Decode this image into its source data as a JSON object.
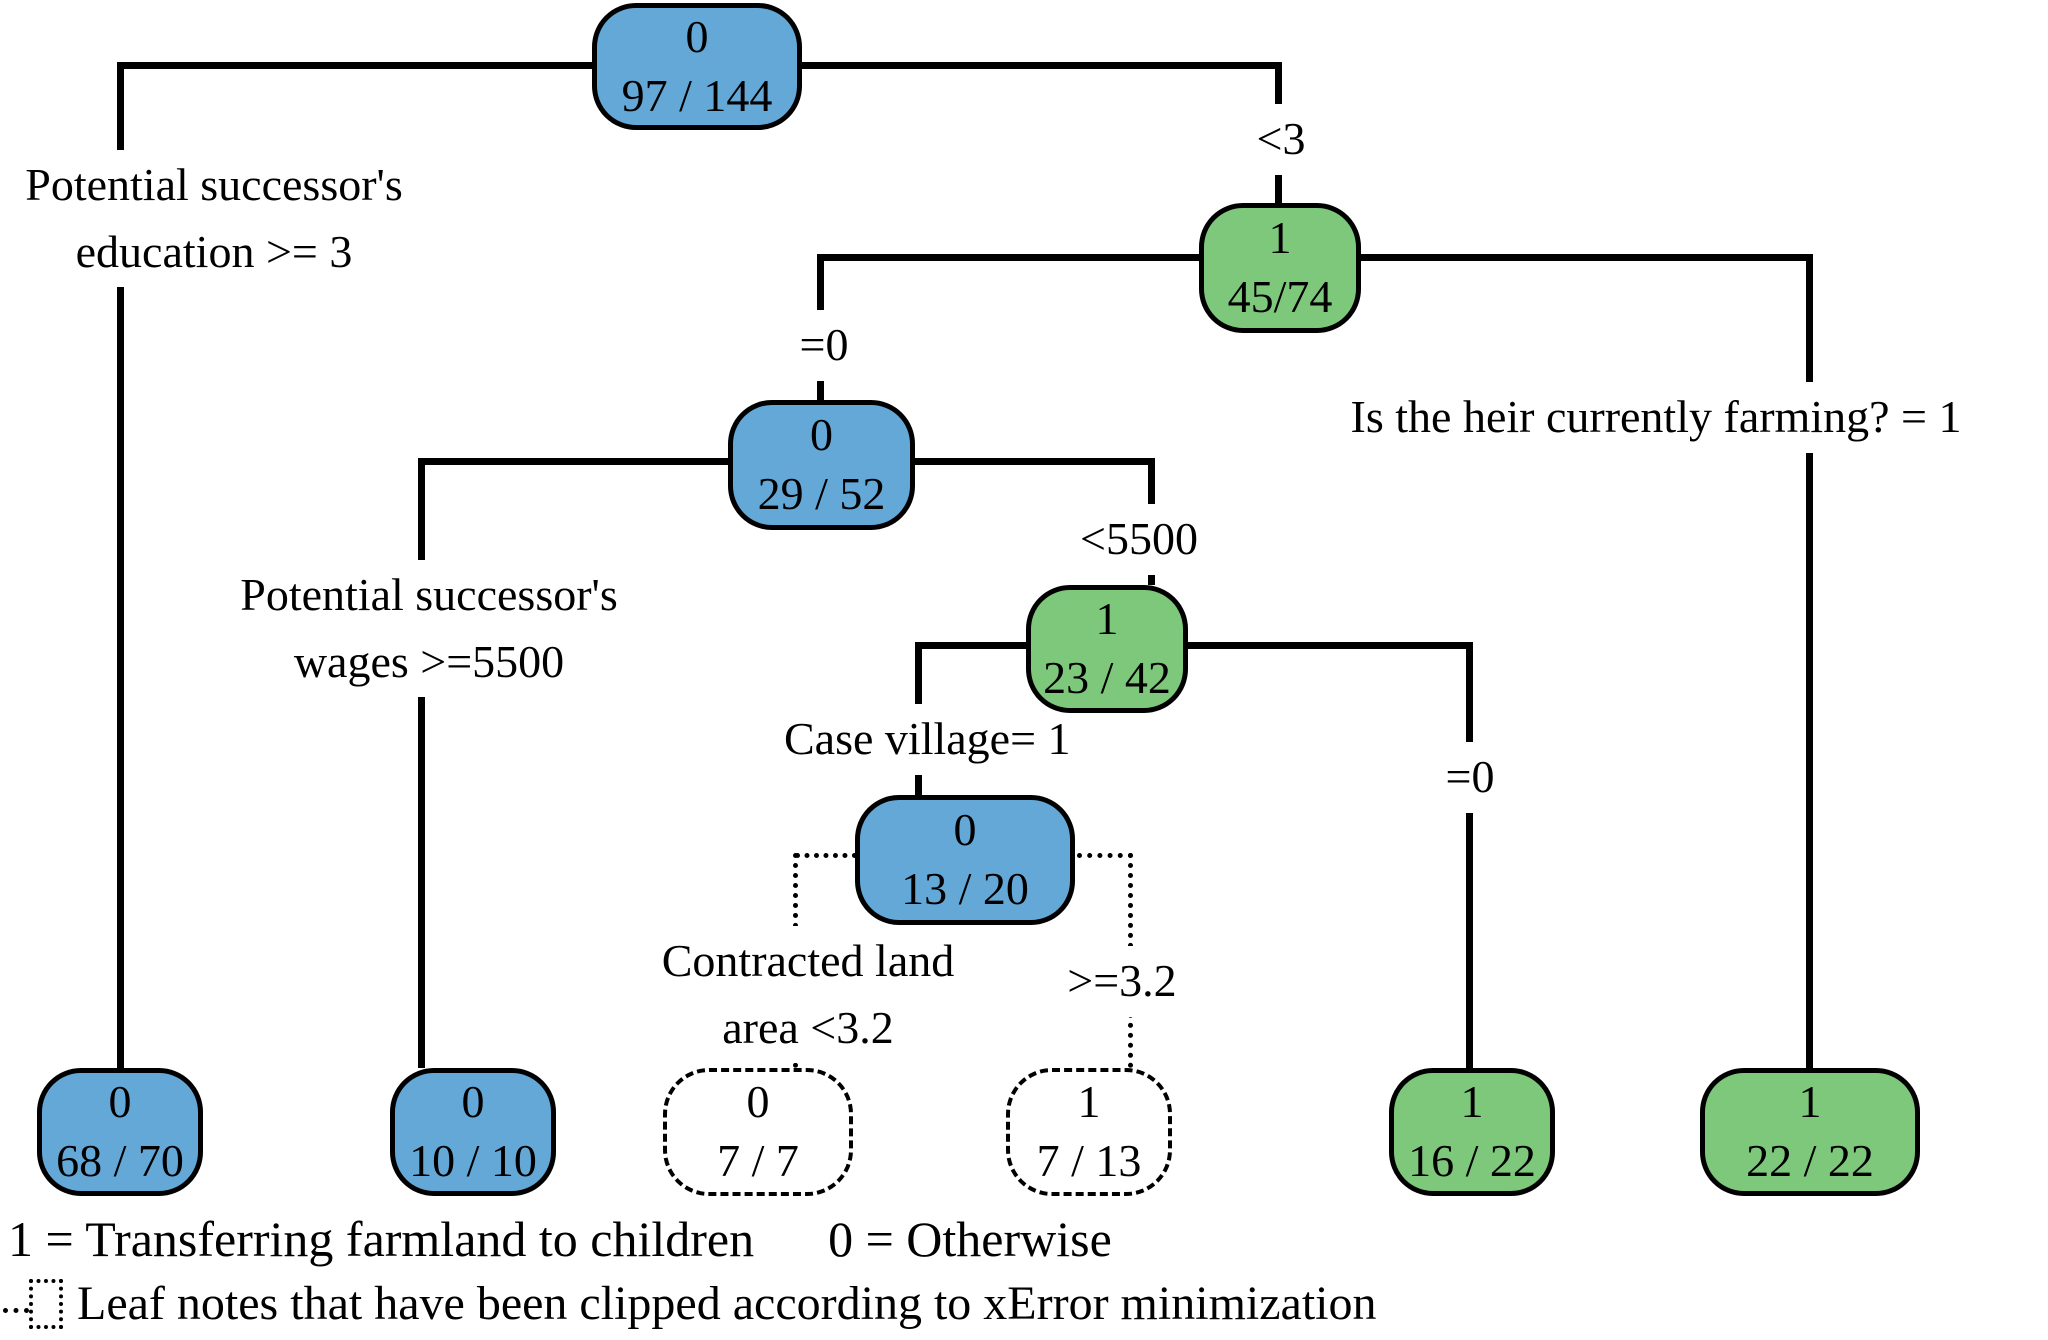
{
  "tree": {
    "type": "decision-tree",
    "colors": {
      "class0_node": "#64a8d8",
      "class1_node": "#7ec87c",
      "clipped_node": "#ffffff",
      "line": "#000000"
    },
    "nodes": {
      "root": {
        "class_label": "0",
        "count": "97 / 144"
      },
      "heir": {
        "class_label": "1",
        "count": "45/74"
      },
      "mid": {
        "class_label": "0",
        "count": "29 / 52"
      },
      "wage_lt": {
        "class_label": "1",
        "count": "23 / 42"
      },
      "village": {
        "class_label": "0",
        "count": "13 / 20"
      },
      "leaf_edu": {
        "class_label": "0",
        "count": "68 / 70"
      },
      "leaf_wages": {
        "class_label": "0",
        "count": "10 / 10"
      },
      "leaf_area_lt": {
        "class_label": "0",
        "count": "7 / 7"
      },
      "leaf_area_ge": {
        "class_label": "1",
        "count": "7 / 13"
      },
      "leaf_village0": {
        "class_label": "1",
        "count": "16 / 22"
      },
      "leaf_farming": {
        "class_label": "1",
        "count": "22 / 22"
      }
    },
    "edge_labels": {
      "education_line1": "Potential successor's",
      "education_line2": "education >= 3",
      "lt3": "<3",
      "eq0_upper": "=0",
      "farming": "Is the heir currently farming? = 1",
      "wages_line1": "Potential successor's",
      "wages_line2": "wages >=5500",
      "lt5500": "<5500",
      "case_village": "Case village= 1",
      "eq0_lower": "=0",
      "contracted_line1": "Contracted land",
      "contracted_line2": "area <3.2",
      "ge32": ">=3.2"
    },
    "legend": {
      "class1_meaning": "1 = Transferring farmland to children",
      "class0_meaning": "0 = Otherwise",
      "clipped_meaning": "Leaf notes that have been clipped according to xError minimization"
    }
  }
}
